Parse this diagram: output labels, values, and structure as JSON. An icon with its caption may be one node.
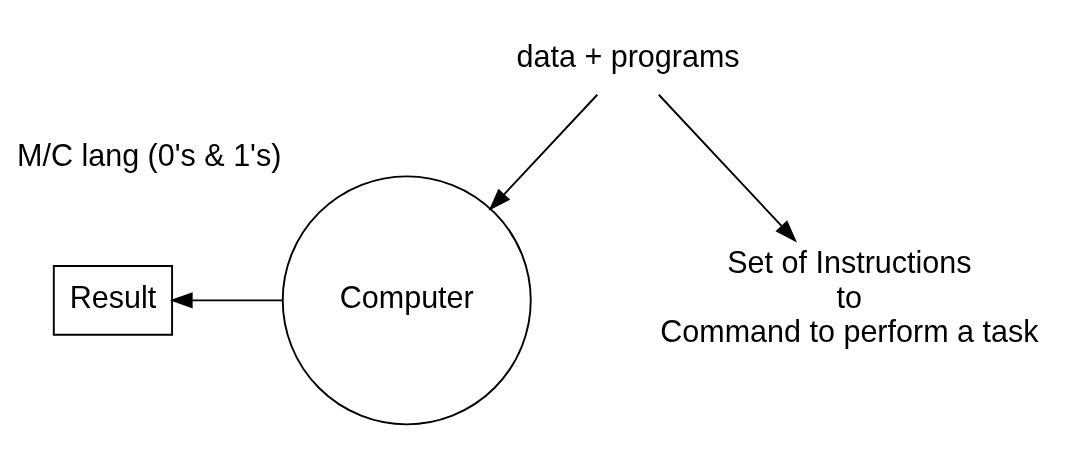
{
  "diagram": {
    "nodes": [
      {
        "text": [
          "data + programs"
        ]
      },
      {
        "text": [
          "Computer"
        ],
        "beside": [
          "M/C lang (0's & 1's)"
        ]
      },
      {
        "text": [
          "Result"
        ]
      },
      {
        "text": [
          "Set of Instructions",
          "to",
          "Command to perform a task"
        ]
      }
    ],
    "edges": [
      {
        "from": 0,
        "to": 1,
        "arrow": "to"
      },
      {
        "from": 1,
        "to": 2,
        "arrow": "to"
      },
      {
        "from": 0,
        "to": 3,
        "arrow": "to"
      }
    ]
  }
}
